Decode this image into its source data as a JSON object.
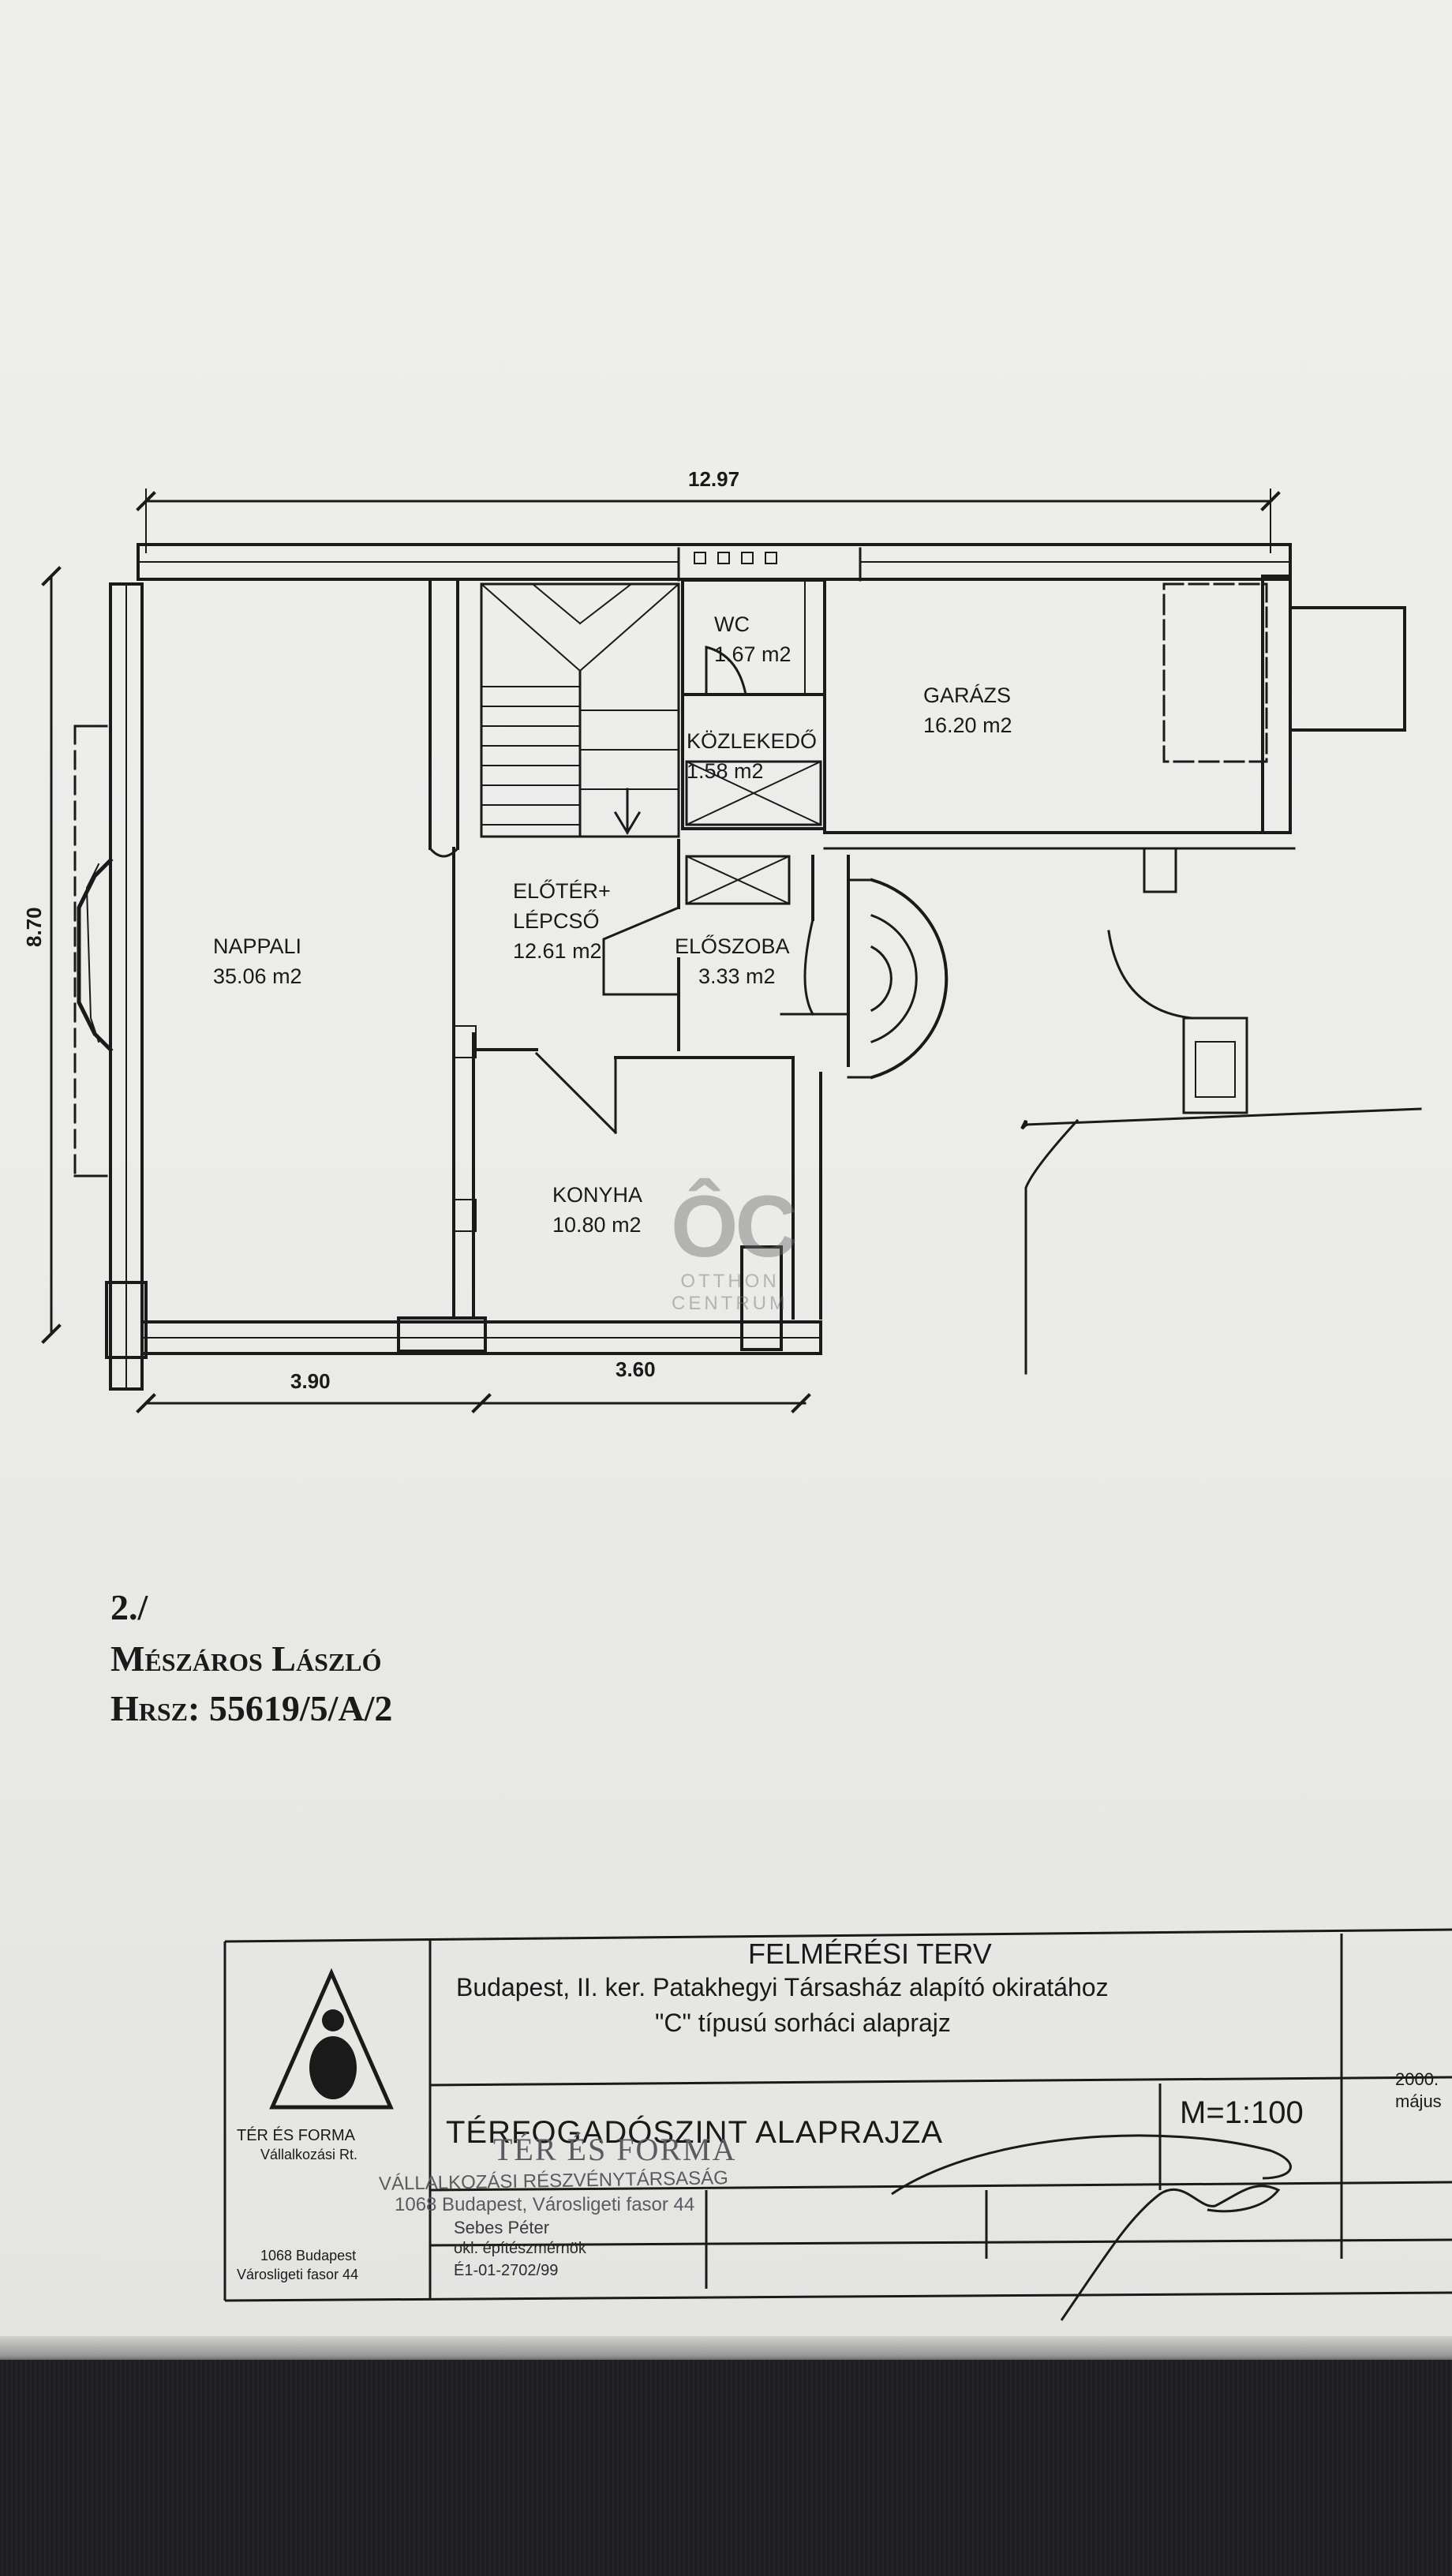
{
  "plan": {
    "dimensions": {
      "total_width": "12.97",
      "total_depth": "8.70",
      "bottom_left": "3.90",
      "bottom_mid": "3.60"
    },
    "rooms": [
      {
        "name": "WC",
        "area": "1.67 m2"
      },
      {
        "name": "GARÁZS",
        "area": "16.20 m2"
      },
      {
        "name": "KÖZLEKEDŐ",
        "area": "1.58 m2"
      },
      {
        "name": "NAPPALI",
        "area": "35.06 m2"
      },
      {
        "name": "ELŐTÉR+",
        "name2": "LÉPCSŐ",
        "area": "12.61 m2"
      },
      {
        "name": "ELŐSZOBA",
        "area": "3.33 m2"
      },
      {
        "name": "KONYHA",
        "area": "10.80 m2"
      }
    ]
  },
  "watermark": {
    "logo": "ÔC",
    "line1": "OTTHON",
    "line2": "CENTRUM"
  },
  "owner": {
    "index": "2./",
    "name": "Mészáros László",
    "hrsz": "Hrsz: 55619/5/A/2"
  },
  "title_block": {
    "company_name": "TÉR ÉS FORMA",
    "company_type": "Vállalkozási Rt.",
    "company_address1": "1068 Budapest",
    "company_address2": "Városligeti fasor 44",
    "title": "FELMÉRÉSI TERV",
    "subtitle1": "Budapest, II. ker. Patakhegyi Társasház alapító okiratához",
    "subtitle2": "\"C\" típusú sorháci alaprajz",
    "plan_name": "TÉRFOGADÓSZINT ALAPRAJZA",
    "scale": "M=1:100",
    "date1": "2000.",
    "date2": "május",
    "stamp_line1": "TÉR ÉS FORMA",
    "stamp_line2": "VÁLLALKOZÁSI RÉSZVÉNYTÁRSASÁG",
    "stamp_line3": "1068 Budapest, Városligeti fasor 44",
    "stamp_person": "Sebes Péter",
    "stamp_role": "okl. építészmérnök",
    "stamp_number": "É1-01-2702/99"
  },
  "colors": {
    "paper": "#ecece9",
    "ink": "#1a1a1a",
    "watermark": "#8a8a8a",
    "table": "#1f1f22"
  }
}
